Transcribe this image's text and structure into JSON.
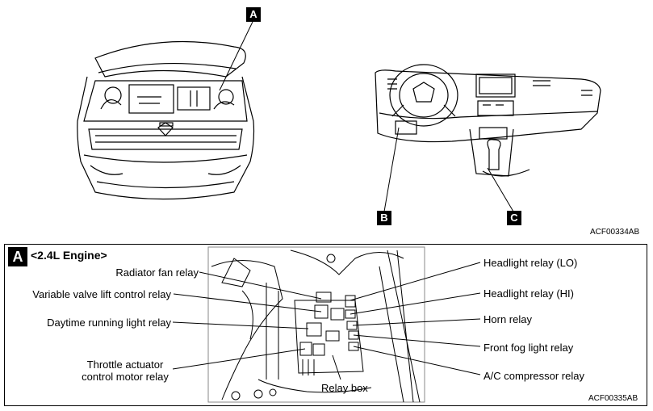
{
  "callouts": {
    "a": "A",
    "b": "B",
    "c": "C"
  },
  "figure_codes": {
    "top": "ACF00334AB",
    "bottom": "ACF00335AB"
  },
  "detail": {
    "badge": "A",
    "title": "<2.4L Engine>",
    "labels_left": {
      "radiator_fan": "Radiator fan relay",
      "vvl": "Variable valve lift control relay",
      "drl": "Daytime running light relay",
      "throttle_line1": "Throttle actuator",
      "throttle_line2": "control motor relay"
    },
    "labels_right": {
      "headlight_lo": "Headlight relay (LO)",
      "headlight_hi": "Headlight relay (HI)",
      "horn": "Horn relay",
      "front_fog": "Front fog light relay",
      "ac_comp": "A/C compressor relay"
    },
    "relay_box": "Relay box"
  }
}
